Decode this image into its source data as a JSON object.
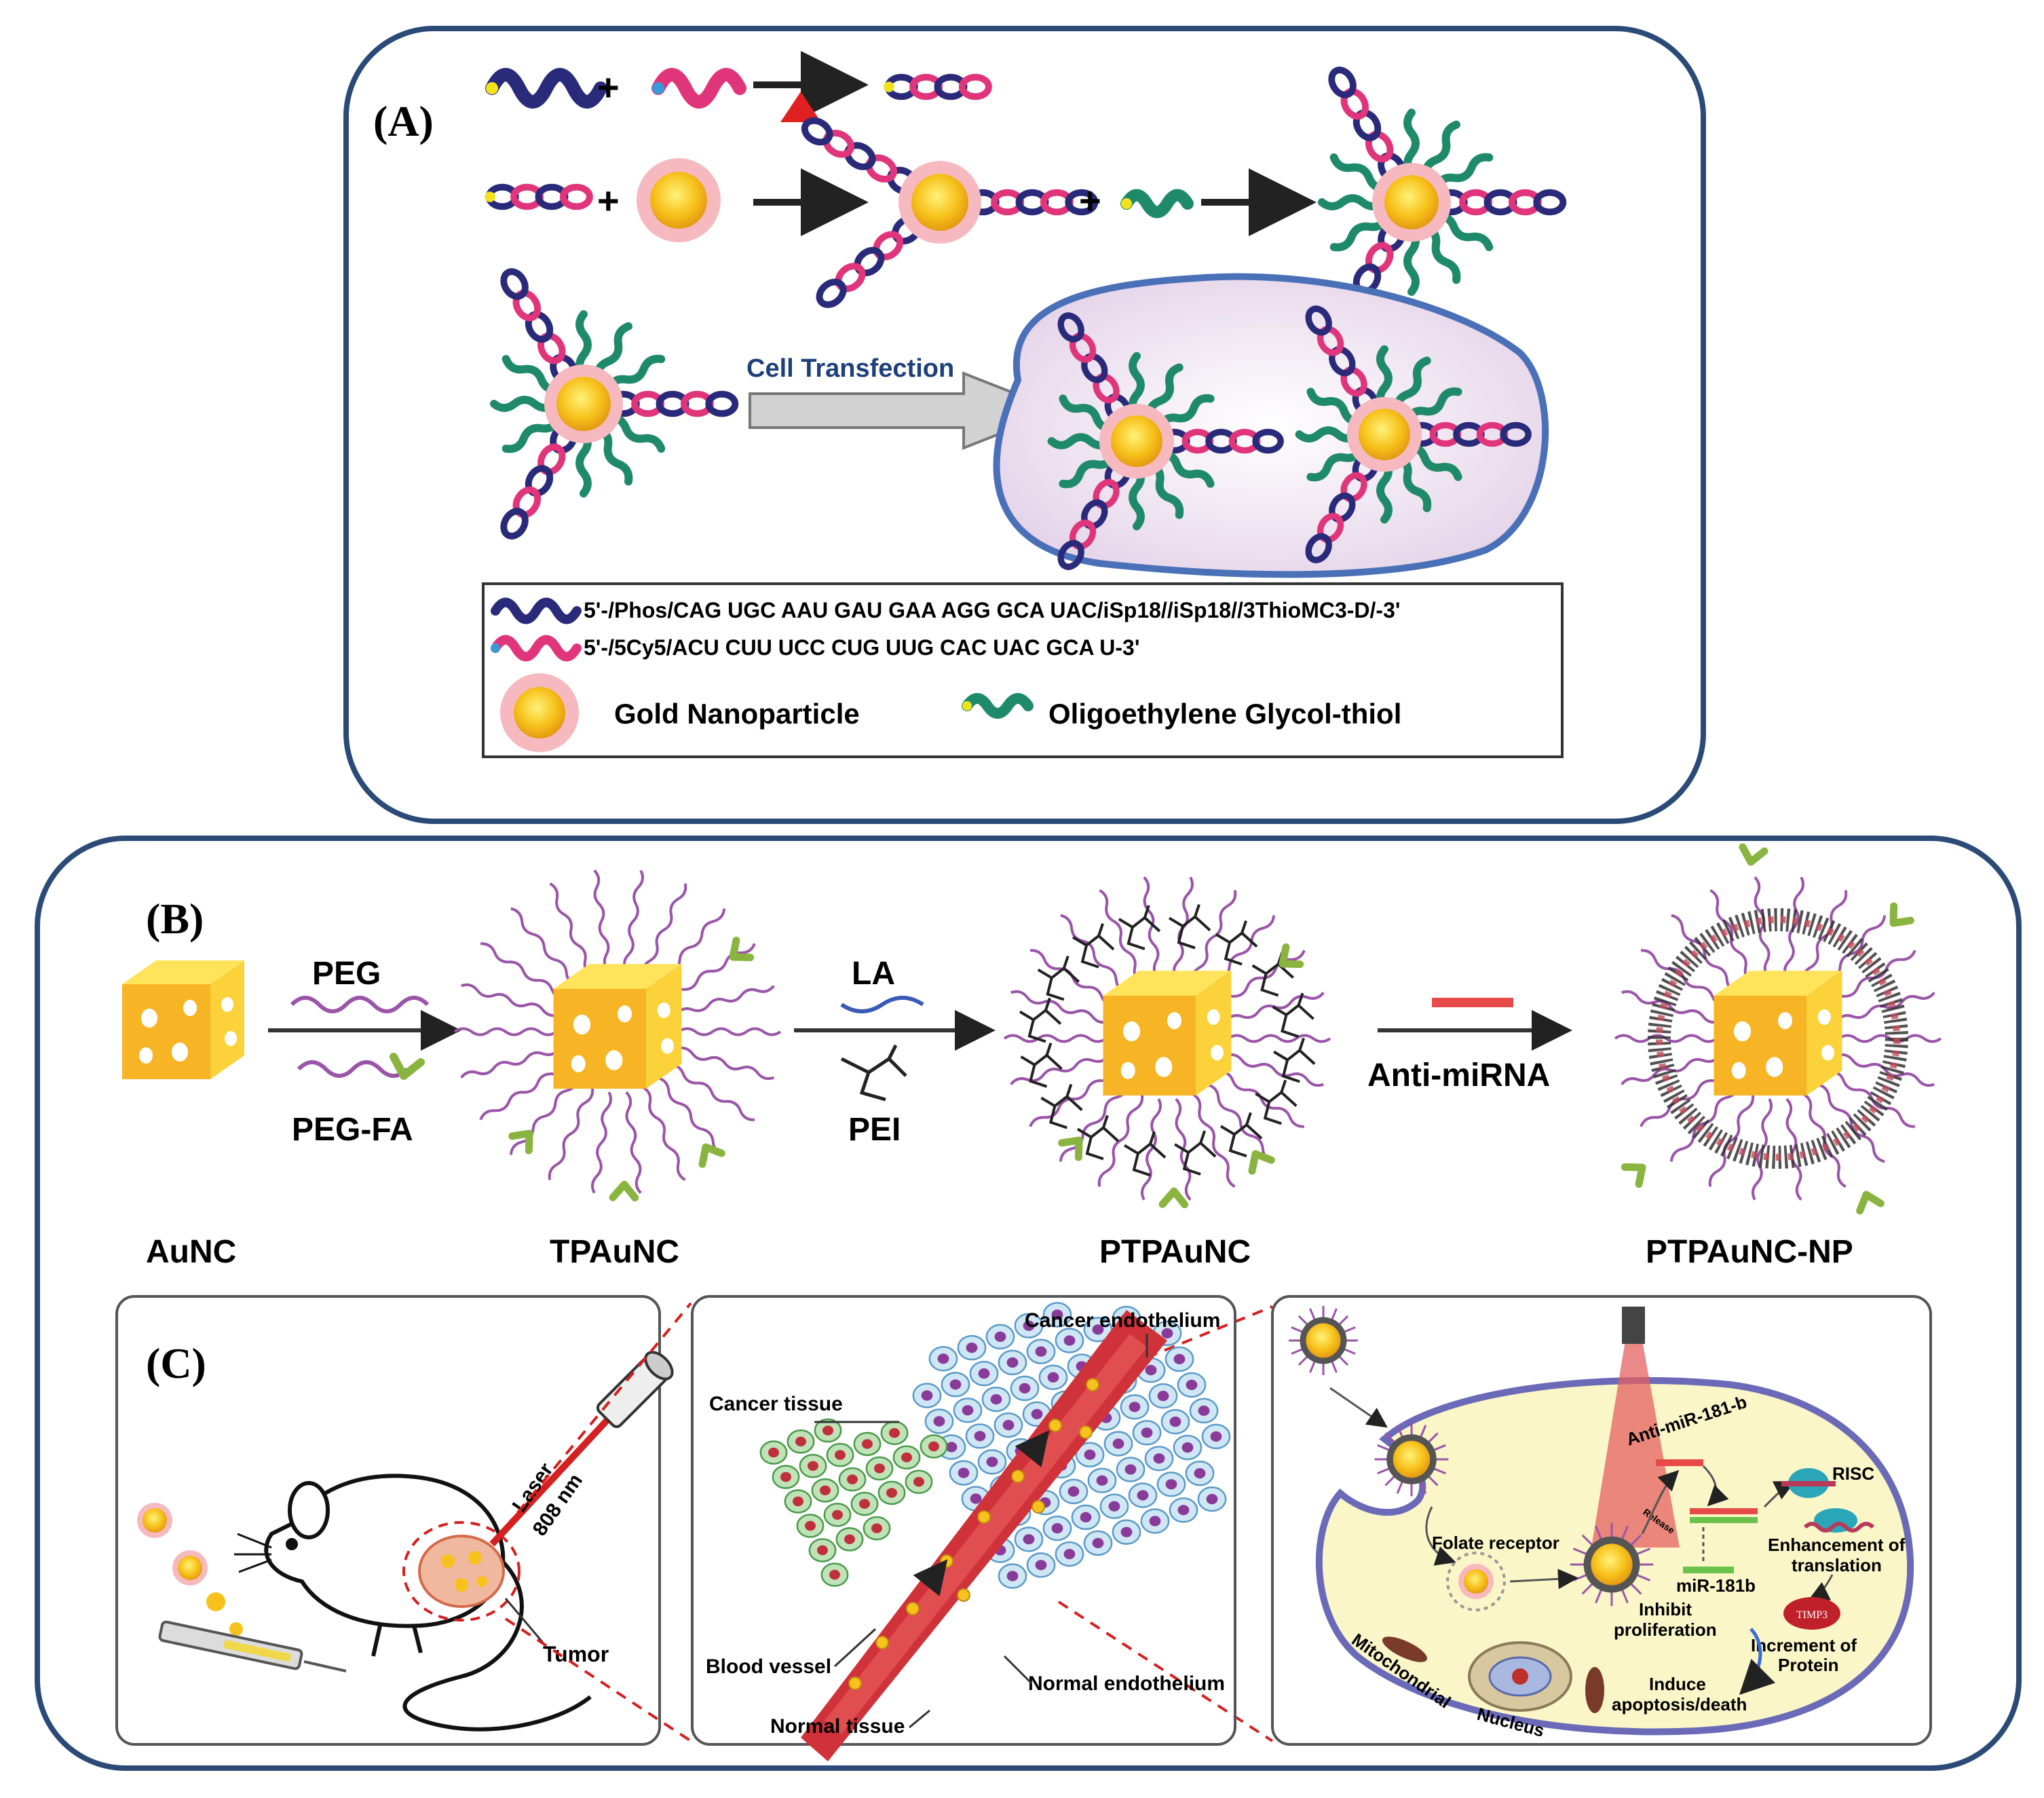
{
  "panel_a": {
    "label": "(A)",
    "cell_transfection": "Cell Transfection",
    "legend": {
      "seq1": "5'-/Phos/CAG UGC AAU GAU GAA AGG GCA UAC/iSp18//iSp18//3ThioMC3-D/-3'",
      "seq2": "5'-/5Cy5/ACU CUU UCC CUG UUG CAC UAC GCA U-3'",
      "gold": "Gold Nanoparticle",
      "oeg": "Oligoethylene Glycol-thiol"
    }
  },
  "panel_b": {
    "label": "(B)",
    "peg": "PEG",
    "peg_fa": "PEG-FA",
    "la": "LA",
    "pei": "PEI",
    "anti_mirna": "Anti-miRNA",
    "aunc": "AuNC",
    "tpaunc": "TPAuNC",
    "ptpaunc": "PTPAuNC",
    "ptpaunc_np": "PTPAuNC-NP"
  },
  "panel_c": {
    "label": "(C)",
    "laser": "Laser",
    "wavelength": "808 nm",
    "tumor": "Tumor",
    "cancer_endothelium": "Cancer endothelium",
    "cancer_tissue": "Cancer tissue",
    "blood_vessel": "Blood vessel",
    "normal_endothelium": "Normal endothelium",
    "normal_tissue": "Normal tissue",
    "anti_mir": "Anti-miR-181-b",
    "release": "Release",
    "risc": "RISC",
    "folate_receptor": "Folate receptor",
    "mir181b": "miR-181b",
    "enhancement": "Enhancement of",
    "translation": "translation",
    "timp3": "TIMP3",
    "inhibit": "Inhibit",
    "proliferation": "proliferation",
    "increment": "Increment of",
    "protein": "Protein",
    "mitochondrial": "Mitochondrial",
    "nucleus": "Nucleus",
    "induce": "Induce",
    "apoptosis": "apoptosis/death"
  },
  "colors": {
    "frame": "#2b4a78",
    "navy_strand": "#2a2a7a",
    "pink_strand": "#e0357a",
    "gold": "#f7c21c",
    "green": "#1f8a6a",
    "laser": "#d42020"
  }
}
